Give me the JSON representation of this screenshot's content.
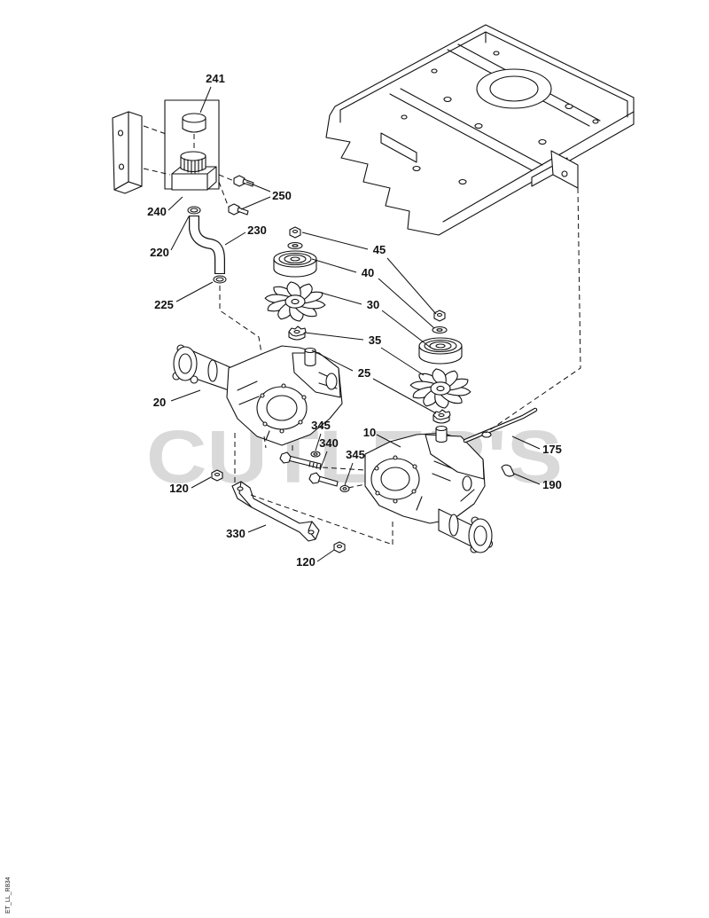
{
  "diagram": {
    "watermark": "CUTLER'S",
    "drawing_code": "ET_LL_R834",
    "callouts": [
      "241",
      "250",
      "240",
      "220",
      "230",
      "45",
      "40",
      "30",
      "225",
      "35",
      "25",
      "20",
      "10",
      "175",
      "345",
      "340",
      "345",
      "190",
      "120",
      "330",
      "120"
    ]
  },
  "colors": {
    "line": "#111111",
    "watermark": "#d9d9d9",
    "background": "#ffffff"
  }
}
